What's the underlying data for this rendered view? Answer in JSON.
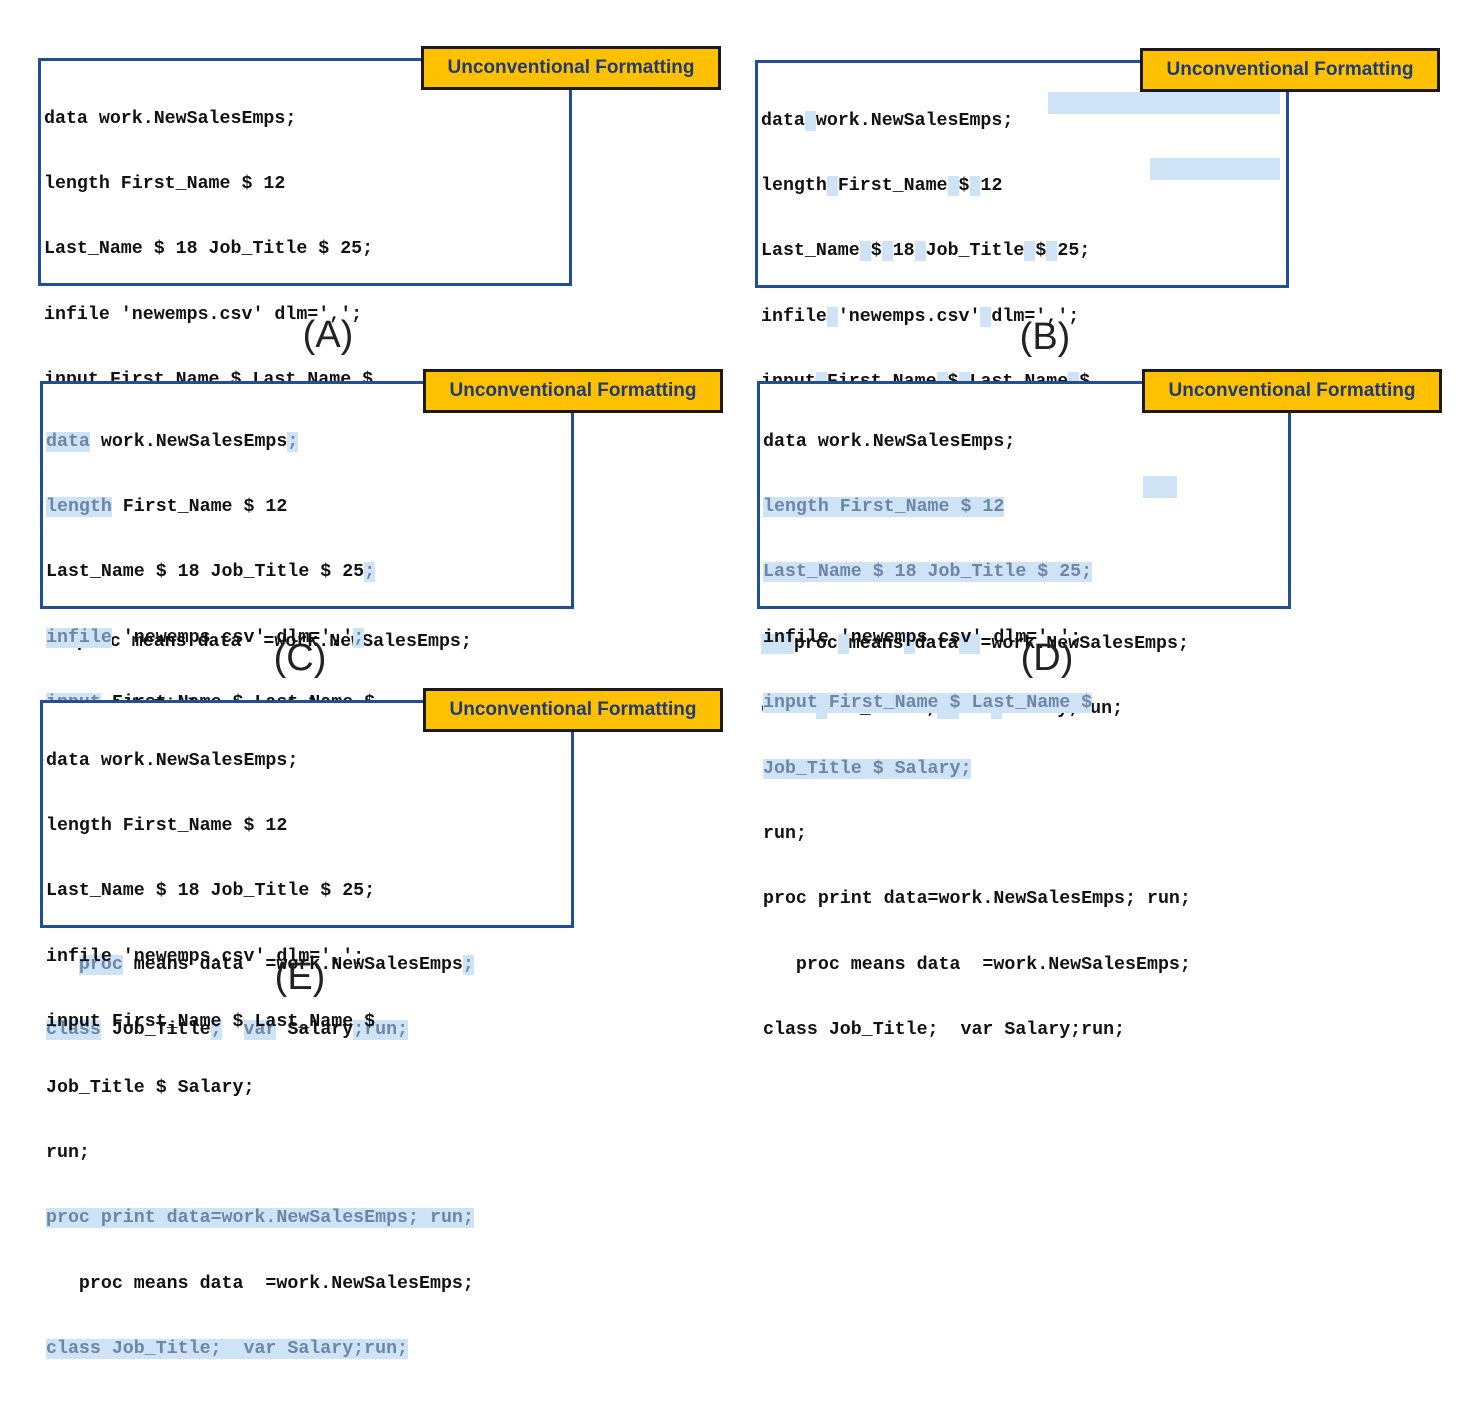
{
  "badge_label": "Unconventional Formatting",
  "captions": {
    "A": "(A)",
    "B": "(B)",
    "C": "(C)",
    "D": "(D)",
    "E": "(E)"
  },
  "code": [
    "data work.NewSalesEmps;",
    "length First_Name $ 12",
    "Last_Name $ 18 Job_Title $ 25;",
    "infile 'newemps.csv' dlm=',';",
    "input First_Name $ Last_Name $",
    "Job_Title $ Salary;",
    "run;",
    "proc print data=work.NewSalesEmps; run;",
    "   proc means data  =work.NewSalesEmps;",
    "class Job_Title;  var Salary;run;"
  ],
  "colors": {
    "border": "#1f4e9b",
    "badge_bg": "#ffc000",
    "badge_text": "#1f3a75",
    "highlight": "#cfe3f7",
    "highlight_text": "#6d86a6"
  }
}
